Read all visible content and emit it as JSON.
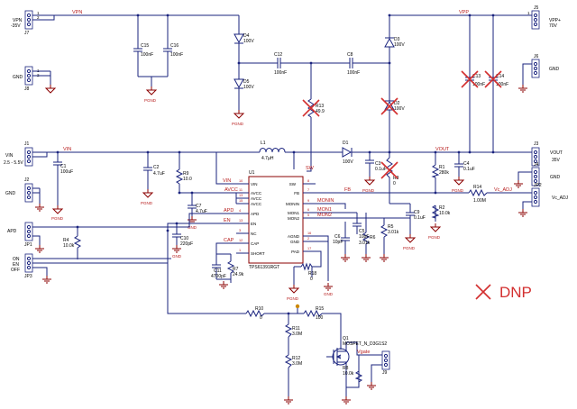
{
  "nets": {
    "vpn": "VPN",
    "vpp": "VPP",
    "vin": "VIN",
    "vout": "VOUT",
    "fb": "FB",
    "vc_adj": "Vc_ADJ",
    "avcc": "AVCC",
    "apd": "APD",
    "en": "EN",
    "cap": "CAP",
    "monin": "MONIN",
    "mon1": "MON1",
    "mon2": "MON2",
    "sw": "SW"
  },
  "connectors": {
    "j7": {
      "ref": "J7",
      "label": "VPN",
      "sub": "-35V"
    },
    "j8": {
      "ref": "J8",
      "label": "GND"
    },
    "j1": {
      "ref": "J1",
      "label": "VIN",
      "sub": "2.5 - 5.5V"
    },
    "j2": {
      "ref": "J2",
      "label": "GND"
    },
    "jp1": {
      "ref": "JP1",
      "label": "APD"
    },
    "jp3": {
      "ref": "JP3",
      "label_on": "ON",
      "label_en": "EN",
      "label_off": "OFF"
    },
    "j5": {
      "ref": "J5",
      "label": "VPP+",
      "sub": "70V"
    },
    "j6": {
      "ref": "J6",
      "label": "GND"
    },
    "j3": {
      "ref": "J3",
      "label": "VOUT",
      "sub": "35V"
    },
    "j4": {
      "ref": "J4",
      "label": "GND"
    },
    "jp2": {
      "ref": "JP2",
      "label": "Vc_ADJ"
    },
    "j9": {
      "ref": "J9"
    }
  },
  "components": {
    "c15": {
      "ref": "C15",
      "val": "100nF"
    },
    "c16": {
      "ref": "C16",
      "val": "100nF"
    },
    "d4": {
      "ref": "D4",
      "val": "100V"
    },
    "d5": {
      "ref": "D5",
      "val": "100V"
    },
    "c12": {
      "ref": "C12",
      "val": "100nF"
    },
    "c8": {
      "ref": "C8",
      "val": "100nF"
    },
    "r13": {
      "ref": "R13",
      "val": "49.9"
    },
    "d3": {
      "ref": "D3",
      "val": "100V"
    },
    "d2": {
      "ref": "D2",
      "val": "100V"
    },
    "c13": {
      "ref": "C13",
      "val": "100nF"
    },
    "c14": {
      "ref": "C14",
      "val": "100nF"
    },
    "c1": {
      "ref": "C1",
      "val": "100uF"
    },
    "c2": {
      "ref": "C2",
      "val": "4.7uF"
    },
    "r9": {
      "ref": "R9",
      "val": "10.0"
    },
    "l1": {
      "ref": "L1",
      "val": "4.7µH"
    },
    "d1": {
      "ref": "D1",
      "val": "100V"
    },
    "c3": {
      "ref": "C3",
      "val": "0.1uF"
    },
    "r3": {
      "ref": "R3",
      "val": "0"
    },
    "r1": {
      "ref": "R1",
      "val": "280k"
    },
    "c4": {
      "ref": "C4",
      "val": "0.1uF"
    },
    "r2": {
      "ref": "R2",
      "val": "10.0k"
    },
    "r14": {
      "ref": "R14",
      "val": "1.00M"
    },
    "c7": {
      "ref": "C7",
      "val": "4.7uF"
    },
    "r4": {
      "ref": "R4",
      "val": "10.0k"
    },
    "c10": {
      "ref": "C10",
      "val": "220pF"
    },
    "c11": {
      "ref": "C11",
      "val": "4700pF"
    },
    "r7": {
      "ref": "R7",
      "val": "24.9k"
    },
    "c6": {
      "ref": "C6",
      "val": "10pF"
    },
    "c5": {
      "ref": "C5",
      "val": "10pF"
    },
    "r6": {
      "ref": "R6",
      "val": "3.01k"
    },
    "r5": {
      "ref": "R5",
      "val": "3.01k"
    },
    "c9": {
      "ref": "C9",
      "val": "0.1uF"
    },
    "r18": {
      "ref": "R18",
      "val": "0"
    },
    "r10": {
      "ref": "R10",
      "val": "0"
    },
    "r15": {
      "ref": "R15",
      "val": "100"
    },
    "r11": {
      "ref": "R11",
      "val": "3.0M"
    },
    "r12": {
      "ref": "R12",
      "val": "3.0M"
    },
    "r8": {
      "ref": "R8",
      "val": "10.0k"
    },
    "q1": {
      "ref": "Q1",
      "val": "MOSFET_N_D3G1S2"
    }
  },
  "ic": {
    "ref": "U1",
    "part": "TPS61391RGT",
    "pins_left": [
      {
        "name": "VIN",
        "num": "10"
      },
      {
        "name": "AVCC",
        "num": "11"
      },
      {
        "name": "AVCC",
        "num": "13"
      },
      {
        "name": "AVCC",
        "num": "15"
      },
      {
        "name": "APD",
        "num": "4"
      },
      {
        "name": "EN",
        "num": "13"
      },
      {
        "name": "NC",
        "num": "3"
      },
      {
        "name": "CAP",
        "num": "12"
      },
      {
        "name": "SHORT",
        "num": "1"
      }
    ],
    "pins_right": [
      {
        "name": "SW",
        "num": "8"
      },
      {
        "name": "FB",
        "num": "7"
      },
      {
        "name": "MONIN",
        "num": "9"
      },
      {
        "name": "MON1",
        "num": "6"
      },
      {
        "name": "MON2",
        "num": "5"
      },
      {
        "name": "AGND",
        "num": "16"
      },
      {
        "name": "GND",
        "num": "2"
      },
      {
        "name": "PAD",
        "num": "17"
      }
    ]
  },
  "ground_labels": {
    "pgnd": "PGND",
    "gnd": "GND"
  },
  "pin_numbers": {
    "one": "1",
    "two": "2",
    "three": "3"
  },
  "misc": {
    "vgate": "Vgate"
  },
  "legend": {
    "dnp": "DNP"
  },
  "colors": {
    "wire": "#1a237e",
    "ground": "#8b0000",
    "net": "#b71c1c",
    "dnp": "#d32f2f"
  }
}
